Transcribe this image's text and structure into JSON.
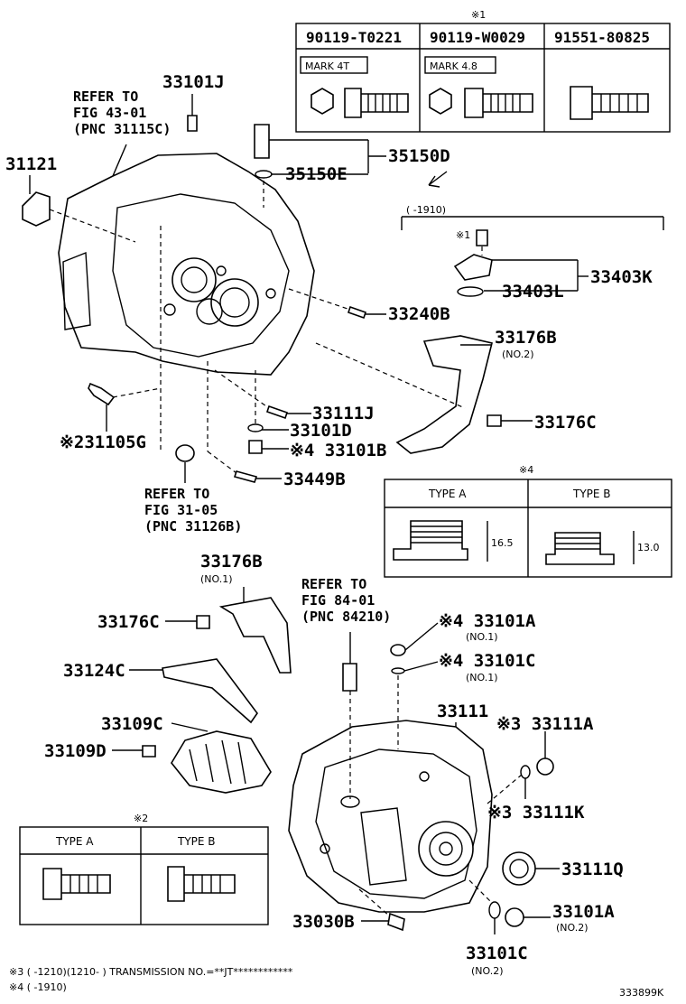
{
  "fasteners_table": {
    "note": "※1",
    "columns": [
      {
        "part": "90119-T0221",
        "mark": "MARK 4T"
      },
      {
        "part": "90119-W0029",
        "mark": "MARK 4.8"
      },
      {
        "part": "91551-80825",
        "mark": ""
      }
    ]
  },
  "type_table_4": {
    "note": "※4",
    "type_a": "TYPE A",
    "type_b": "TYPE B",
    "dim_a": "16.5",
    "dim_b": "13.0"
  },
  "type_table_2": {
    "note": "※2",
    "type_a": "TYPE A",
    "type_b": "TYPE B"
  },
  "labels": {
    "p33101J": "33101J",
    "refer1": "REFER TO",
    "refer1_fig": "FIG 43-01",
    "refer1_pnc": "(PNC 31115C)",
    "p31121": "31121",
    "p35150D": "35150D",
    "p35150E": "35150E",
    "range1910": "(      -1910)",
    "mark1": "※1",
    "p33403K": "33403K",
    "p33403L": "33403L",
    "p33240B": "33240B",
    "p33176B_top": "33176B",
    "no2_a": "(NO.2)",
    "p33111J": "33111J",
    "p33176C_top": "33176C",
    "p33101D": "33101D",
    "p31105G": "※231105G",
    "p33101B": "※4 33101B",
    "p33449B": "33449B",
    "refer2": "REFER TO",
    "refer2_fig": "FIG 31-05",
    "refer2_pnc": "(PNC 31126B)",
    "p33176B_mid": "33176B",
    "no1_a": "(NO.1)",
    "refer3": "REFER TO",
    "refer3_fig": "FIG 84-01",
    "refer3_pnc": "(PNC 84210)",
    "p33176C_mid": "33176C",
    "p33101A_top": "※4 33101A",
    "no1_b": "(NO.1)",
    "p33124C": "33124C",
    "p33101C_top": "※4 33101C",
    "no1_c": "(NO.1)",
    "p33111": "33111",
    "p33109C": "33109C",
    "p33111A": "※3 33111A",
    "p33109D": "33109D",
    "p33111K": "※3 33111K",
    "p33111Q": "33111Q",
    "p33030B": "33030B",
    "p33101A_bot": "33101A",
    "no2_b": "(NO.2)",
    "p33101C_bot": "33101C",
    "no2_c": "(NO.2)"
  },
  "footnotes": {
    "f3": "※3 (       -1210)(1210-        ) TRANSMISSION NO.=**JT************",
    "f4": "※4 (       -1910)",
    "code": "333899K"
  }
}
